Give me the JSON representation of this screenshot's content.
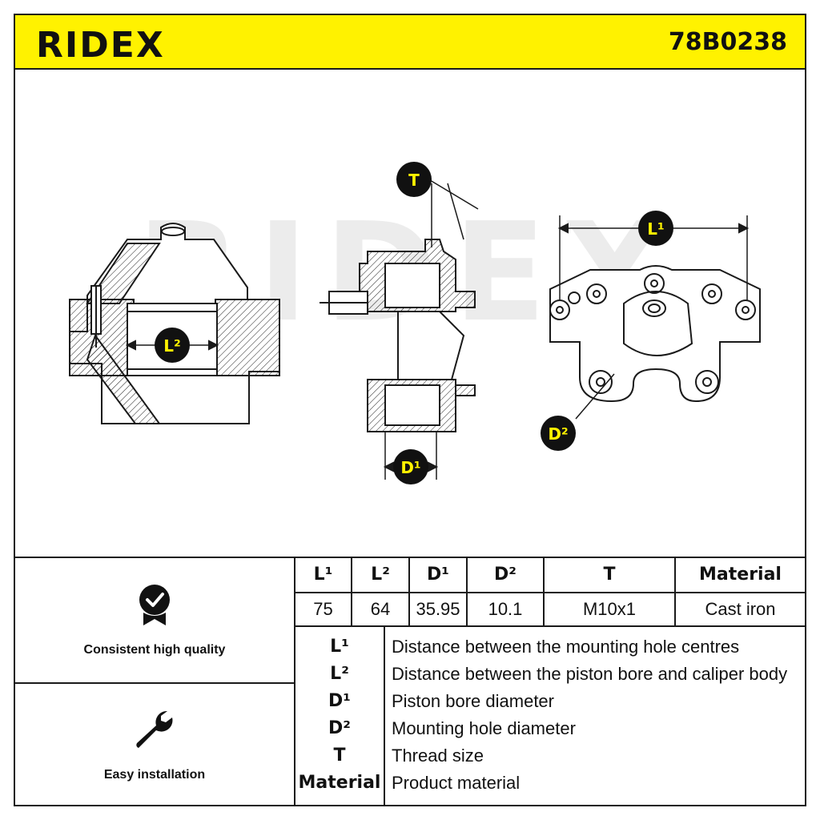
{
  "header": {
    "brand": "RIDEX",
    "part_number": "78B0238"
  },
  "colors": {
    "accent": "#FFF200",
    "line": "#1a1a1a",
    "badge": "#111111",
    "badge_text": "#FFF200"
  },
  "drawing": {
    "watermark": "RIDEX",
    "badges": {
      "l1": "L¹",
      "l2": "L²",
      "d1": "D¹",
      "d2": "D²",
      "t": "T"
    }
  },
  "features": [
    {
      "label": "Consistent high quality",
      "icon": "quality-badge-icon"
    },
    {
      "label": "Easy installation",
      "icon": "wrench-icon"
    }
  ],
  "specs": {
    "headers": [
      "L¹",
      "L²",
      "D¹",
      "D²",
      "T",
      "Material"
    ],
    "values": [
      "75",
      "64",
      "35.95",
      "10.1",
      "M10x1",
      "Cast iron"
    ]
  },
  "legend": [
    {
      "key": "L¹",
      "desc": "Distance between the mounting hole centres"
    },
    {
      "key": "L²",
      "desc": "Distance between the piston bore and caliper body"
    },
    {
      "key": "D¹",
      "desc": "Piston bore diameter"
    },
    {
      "key": "D²",
      "desc": "Mounting hole diameter"
    },
    {
      "key": "T",
      "desc": "Thread size"
    },
    {
      "key": "Material",
      "desc": "Product material"
    }
  ]
}
